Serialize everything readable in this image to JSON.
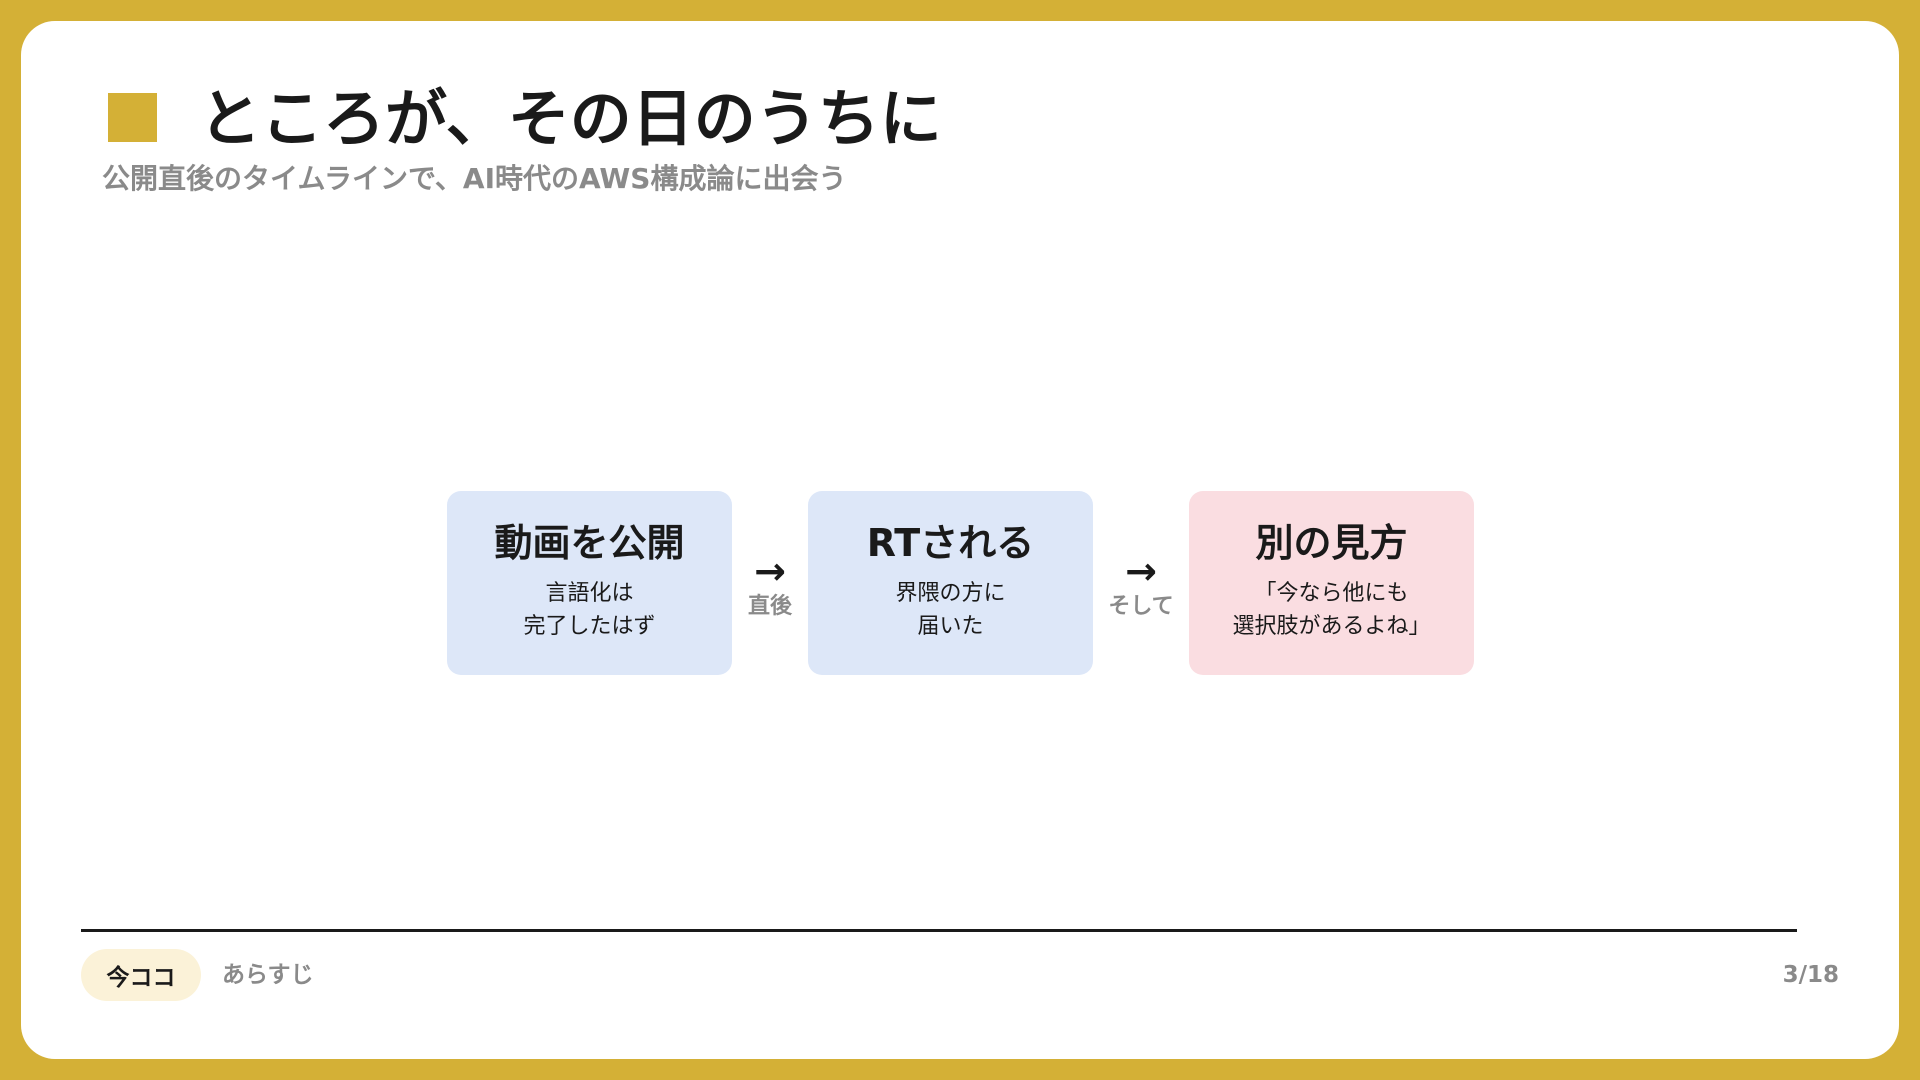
{
  "header": {
    "title": "ところが、その日のうちに",
    "subtitle": "公開直後のタイムラインで、AI時代のAWS構成論に出会う"
  },
  "flow": {
    "steps": [
      {
        "title": "動画を公開",
        "desc_line1": "言語化は",
        "desc_line2": "完了したはず"
      },
      {
        "title": "RTされる",
        "desc_line1": "界隈の方に",
        "desc_line2": "届いた"
      },
      {
        "title": "別の見方",
        "desc_line1": "「今なら他にも",
        "desc_line2": "選択肢があるよね」"
      }
    ],
    "connectors": [
      {
        "arrow": "→",
        "label": "直後"
      },
      {
        "arrow": "→",
        "label": "そして"
      }
    ]
  },
  "footer": {
    "current_badge": "今ココ",
    "section": "あらすじ",
    "page": "3/18"
  },
  "colors": {
    "frame": "#d4b036",
    "step_blue": "#dde7f8",
    "step_pink": "#fadde1",
    "badge_bg": "#fbf2d8"
  }
}
